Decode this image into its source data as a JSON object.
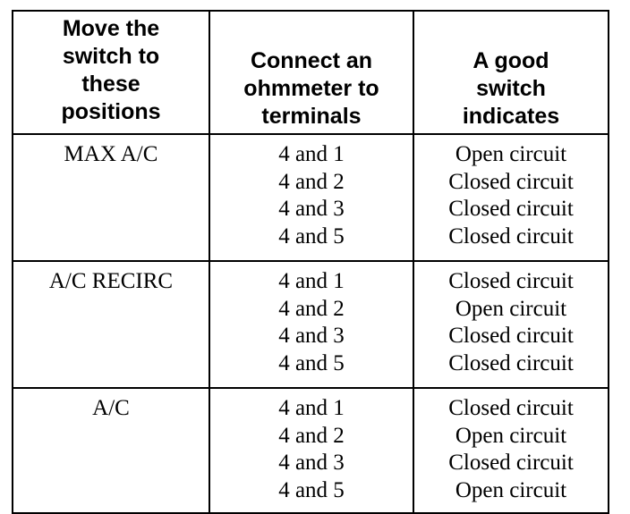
{
  "table": {
    "headers": [
      [
        "Move the",
        "switch to",
        "these",
        "positions"
      ],
      [
        "Connect an",
        "ohmmeter to",
        "terminals"
      ],
      [
        "A good",
        "switch",
        "indicates"
      ]
    ],
    "rows": [
      {
        "position": "MAX A/C",
        "terminals": [
          "4 and 1",
          "4 and 2",
          "4 and 3",
          "4 and 5"
        ],
        "indications": [
          "Open circuit",
          "Closed circuit",
          "Closed circuit",
          "Closed circuit"
        ]
      },
      {
        "position": "A/C RECIRC",
        "terminals": [
          "4 and 1",
          "4 and 2",
          "4 and 3",
          "4 and 5"
        ],
        "indications": [
          "Closed circuit",
          "Open circuit",
          "Closed circuit",
          "Closed circuit"
        ]
      },
      {
        "position": "A/C",
        "terminals": [
          "4 and 1",
          "4 and 2",
          "4 and 3",
          "4 and 5"
        ],
        "indications": [
          "Closed circuit",
          "Open circuit",
          "Closed circuit",
          "Open circuit"
        ]
      }
    ]
  }
}
